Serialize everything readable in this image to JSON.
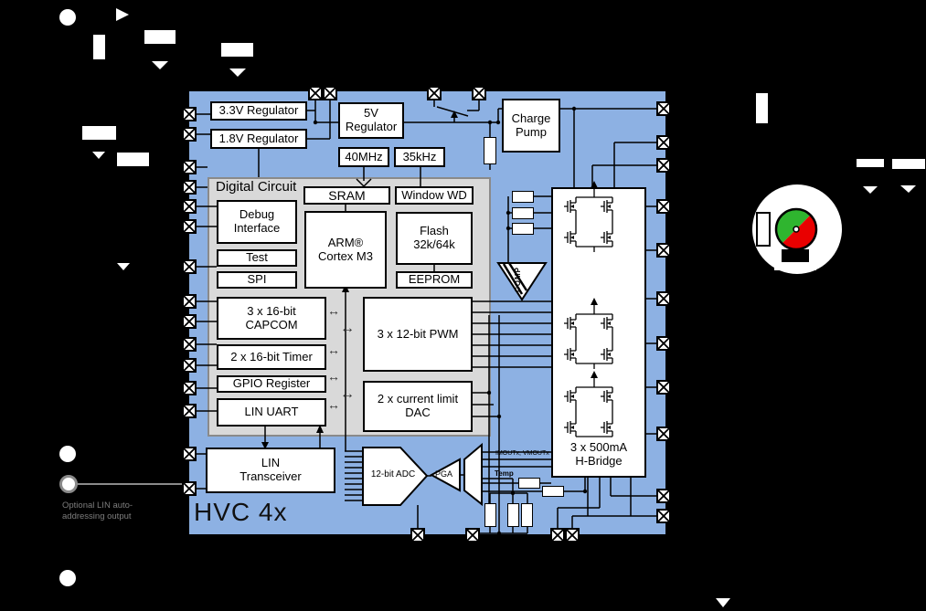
{
  "chip": {
    "name": "HVC 4x"
  },
  "blocks": {
    "reg33": "3.3V Regulator",
    "reg18": "1.8V Regulator",
    "reg5": "5V Regulator",
    "osc_fast": "40MHz",
    "osc_slow": "35kHz",
    "charge_pump_l1": "Charge",
    "charge_pump_l2": "Pump",
    "digital_title": "Digital Circuit",
    "sram": "SRAM",
    "window_wd": "Window WD",
    "debug_l1": "Debug",
    "debug_l2": "Interface",
    "test": "Test",
    "spi": "SPI",
    "arm_l1": "ARM®",
    "arm_l2": "Cortex M3",
    "flash_l1": "Flash",
    "flash_l2": "32k/64k",
    "eeprom": "EEPROM",
    "capcom_l1": "3 x 16-bit",
    "capcom_l2": "CAPCOM",
    "timer": "2 x 16-bit Timer",
    "gpio": "GPIO Register",
    "lin_uart": "LIN UART",
    "pwm": "3 x 12-bit PWM",
    "dac_l1": "2 x current limit",
    "dac_l2": "DAC",
    "lin_trans_l1": "LIN",
    "lin_trans_l2": "Transceiver",
    "adc": "12-bit ADC",
    "pga": "PGA",
    "comp": "COMP",
    "hbridge_l1": "3 x 500mA",
    "hbridge_l2": "H-Bridge"
  },
  "signals": {
    "mout": "IMOUTx, VMOUTx",
    "temp": "Temp"
  },
  "notes": {
    "lin_note_l1": "Optional LIN auto-",
    "lin_note_l2": "addressing output"
  },
  "icons": {
    "bidir": "↔"
  },
  "colors": {
    "chip_fill": "#8DB1E3",
    "digital_fill": "#D9D9D9",
    "block_fill": "#FFFFFF",
    "line": "#000000",
    "motor_green": "#2FB52F",
    "motor_red": "#E90000",
    "note_gray": "#7D7D7D"
  }
}
